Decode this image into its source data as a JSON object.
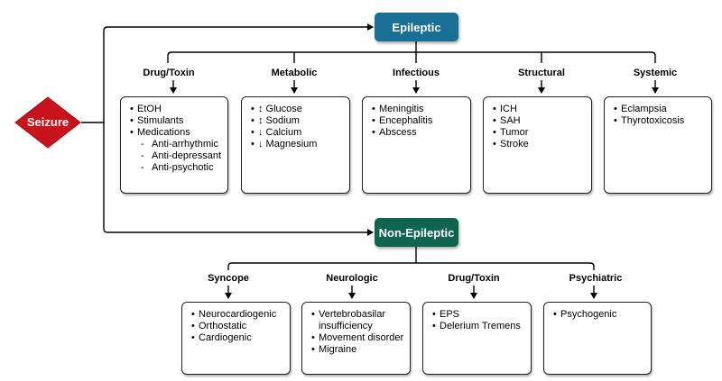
{
  "root": {
    "label": "Seizure",
    "color": "#c8121c"
  },
  "epileptic": {
    "label": "Epileptic",
    "color": "#1a6f94",
    "groups": [
      {
        "title": "Drug/Toxin",
        "items": [
          {
            "text": "EtOH"
          },
          {
            "text": "Stimulants"
          },
          {
            "text": "Medications"
          },
          {
            "text": "Anti-arrhythmic",
            "sub": true
          },
          {
            "text": "Anti-depressant",
            "sub": true
          },
          {
            "text": "Anti-psychotic",
            "sub": true
          }
        ]
      },
      {
        "title": "Metabolic",
        "items": [
          {
            "arrow": "↕",
            "text": " Glucose"
          },
          {
            "arrow": "↕",
            "text": " Sodium"
          },
          {
            "arrow": "↓",
            "text": " Calcium"
          },
          {
            "arrow": "↓",
            "text": " Magnesium"
          }
        ]
      },
      {
        "title": "Infectious",
        "items": [
          {
            "text": "Meningitis"
          },
          {
            "text": "Encephalitis"
          },
          {
            "text": "Abscess"
          }
        ]
      },
      {
        "title": "Structural",
        "items": [
          {
            "text": "ICH"
          },
          {
            "text": "SAH"
          },
          {
            "text": "Tumor"
          },
          {
            "text": "Stroke"
          }
        ]
      },
      {
        "title": "Systemic",
        "items": [
          {
            "text": "Eclampsia"
          },
          {
            "text": "Thyrotoxicosis"
          }
        ]
      }
    ]
  },
  "non_epileptic": {
    "label": "Non-Epileptic",
    "color": "#0f6450",
    "groups": [
      {
        "title": "Syncope",
        "items": [
          {
            "text": "Neurocardiogenic"
          },
          {
            "text": "Orthostatic"
          },
          {
            "text": "Cardiogenic"
          }
        ]
      },
      {
        "title": "Neurologic",
        "items": [
          {
            "text": "Vertebrobasilar insufficiency"
          },
          {
            "text": "Movement disorder"
          },
          {
            "text": "Migraine"
          }
        ]
      },
      {
        "title": "Drug/Toxin",
        "items": [
          {
            "text": "EPS"
          },
          {
            "text": "Delerium Tremens"
          }
        ]
      },
      {
        "title": "Psychiatric",
        "items": [
          {
            "text": "Psychogenic"
          }
        ]
      }
    ]
  }
}
